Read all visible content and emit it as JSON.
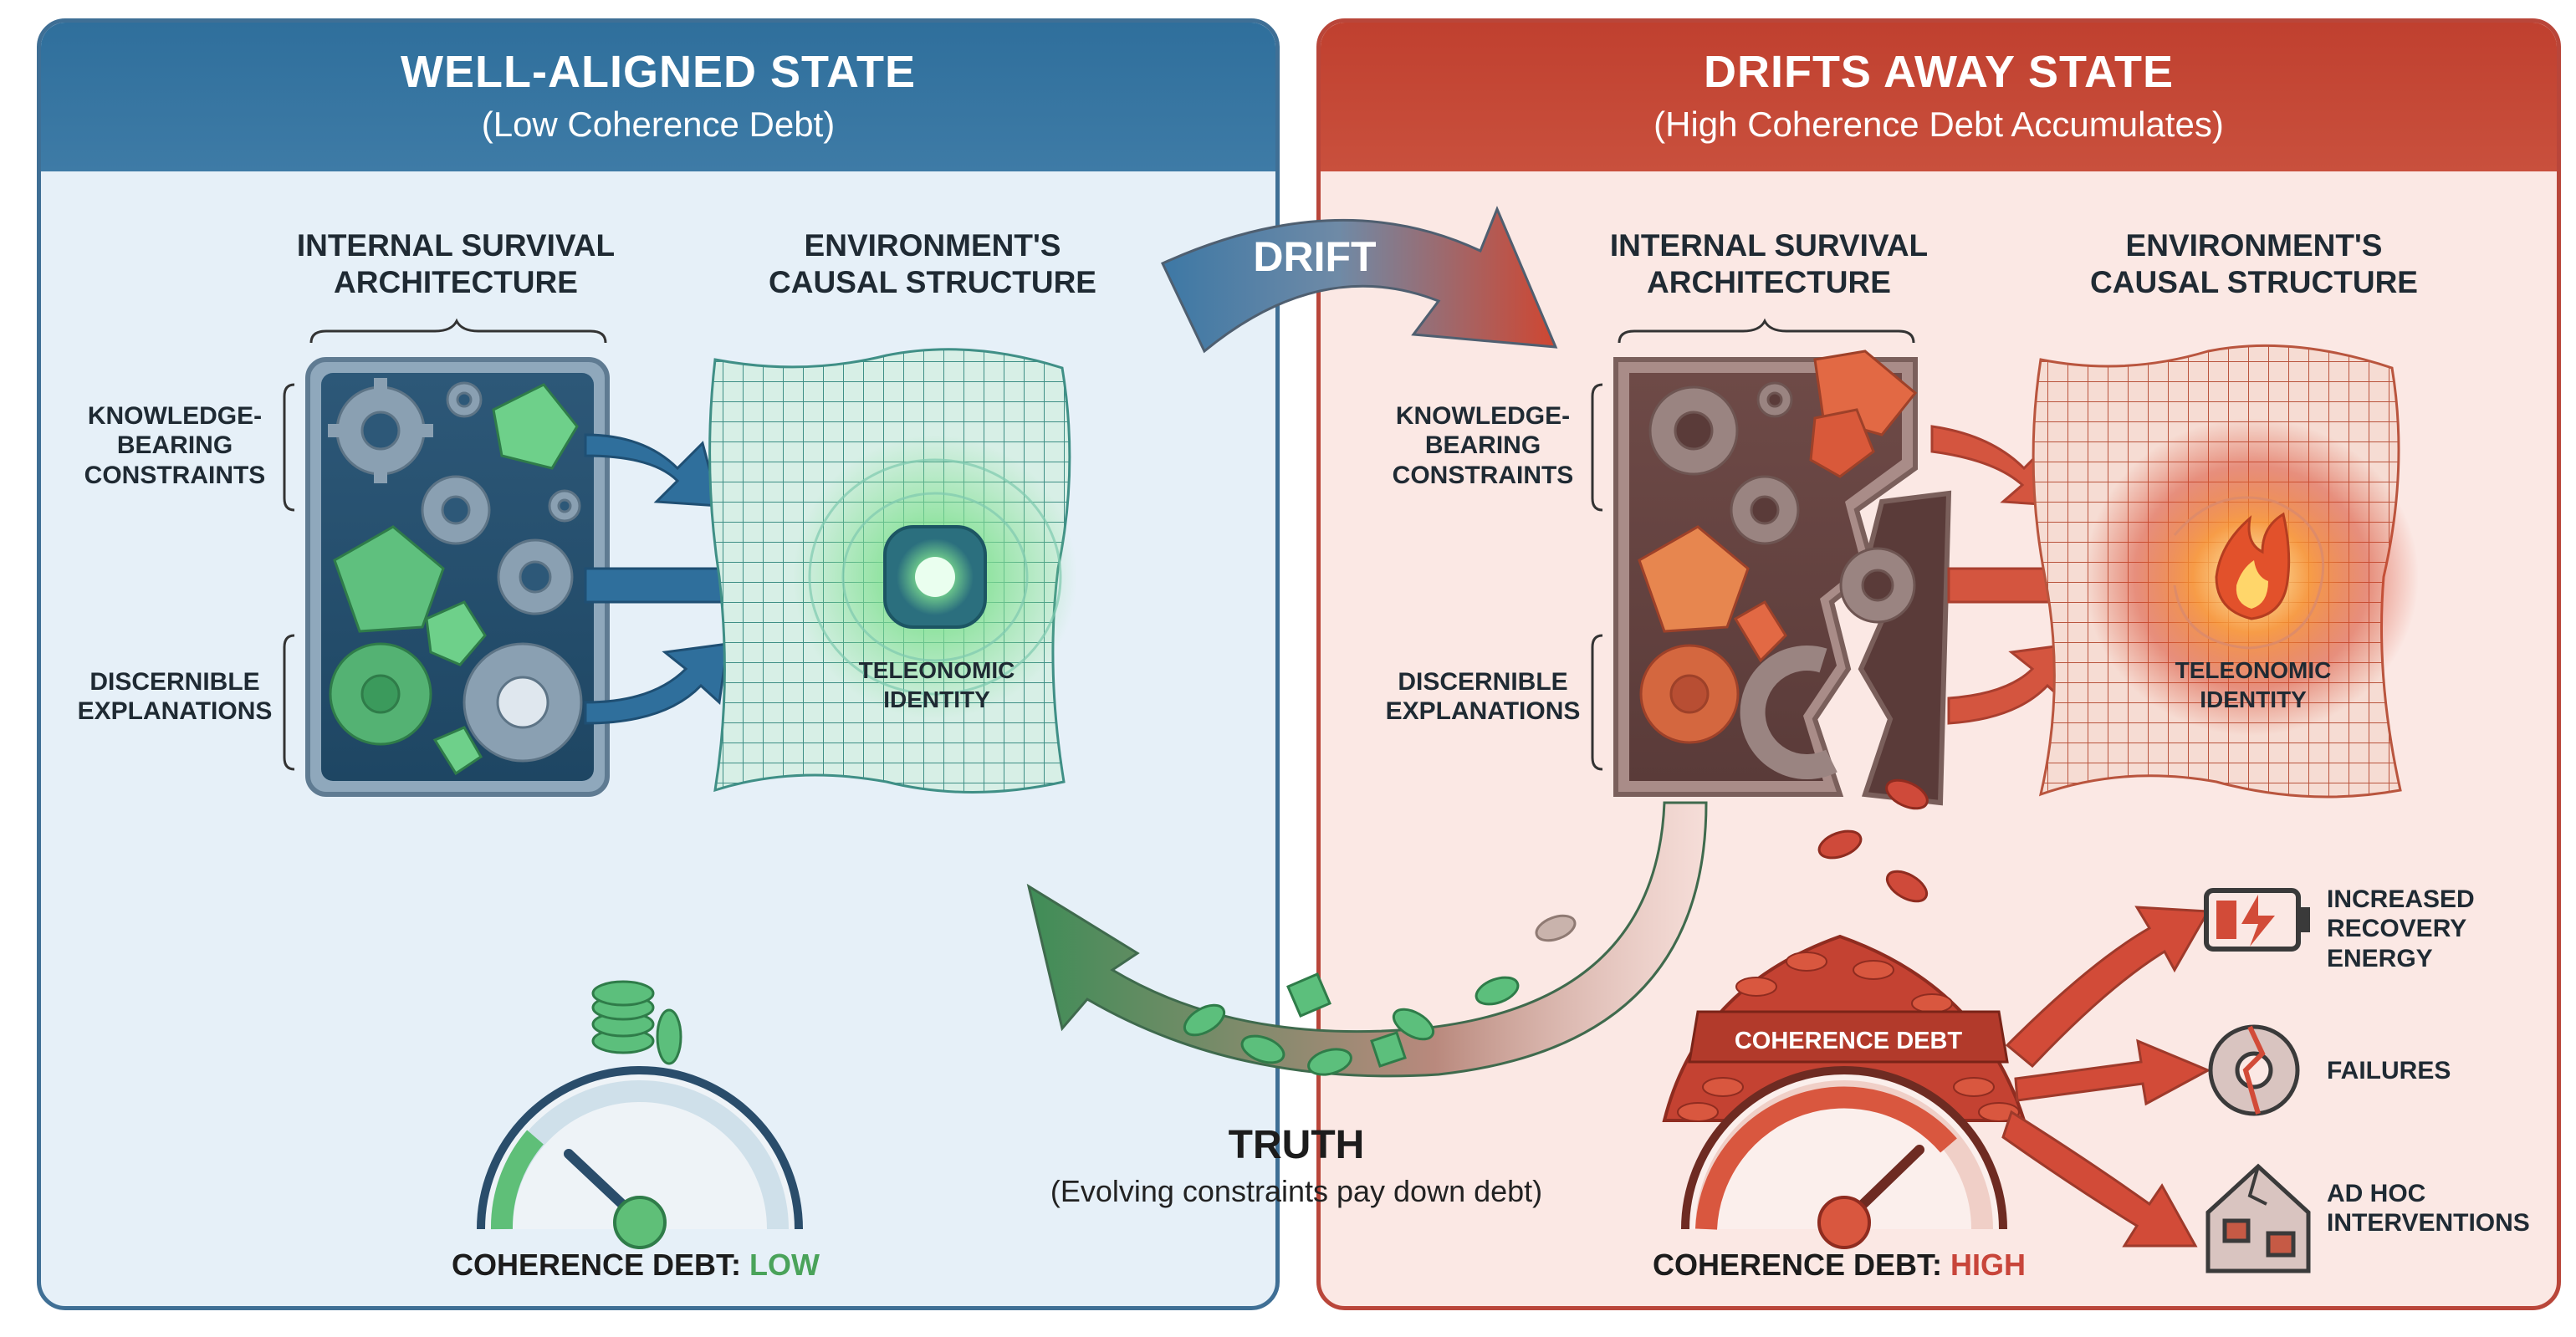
{
  "left_panel": {
    "title": "WELL-ALIGNED STATE",
    "subtitle": "(Low Coherence Debt)",
    "architecture_label": "INTERNAL SURVIVAL ARCHITECTURE",
    "environment_label": "ENVIRONMENT'S CAUSAL STRUCTURE",
    "knowledge_label": "KNOWLEDGE-BEARING CONSTRAINTS",
    "explanations_label": "DISCERNIBLE EXPLANATIONS",
    "identity_label": "TELEONOMIC IDENTITY",
    "gauge": {
      "label": "COHERENCE DEBT:",
      "value": "LOW",
      "level": 0.2
    }
  },
  "right_panel": {
    "title": "DRIFTS AWAY STATE",
    "subtitle": "(High Coherence Debt Accumulates)",
    "architecture_label": "INTERNAL SURVIVAL ARCHITECTURE",
    "environment_label": "ENVIRONMENT'S CAUSAL STRUCTURE",
    "knowledge_label": "KNOWLEDGE-BEARING CONSTRAINTS",
    "explanations_label": "DISCERNIBLE EXPLANATIONS",
    "identity_label": "TELEONOMIC IDENTITY",
    "debt_pile_label": "COHERENCE DEBT",
    "outcomes": [
      {
        "label": "INCREASED RECOVERY ENERGY",
        "icon": "low-battery-icon"
      },
      {
        "label": "FAILURES",
        "icon": "broken-gear-icon"
      },
      {
        "label": "AD HOC INTERVENTIONS",
        "icon": "patched-house-icon"
      }
    ],
    "gauge": {
      "label": "COHERENCE DEBT:",
      "value": "HIGH",
      "level": 0.72
    }
  },
  "flow": {
    "drift_label": "DRIFT",
    "truth_label": "TRUTH",
    "truth_caption": "(Evolving constraints pay down debt)"
  },
  "colors": {
    "aligned_blue": "#2f6f9c",
    "drift_red": "#c0402f",
    "healthy_green": "#4aa35a",
    "debt_red": "#c8453a"
  }
}
